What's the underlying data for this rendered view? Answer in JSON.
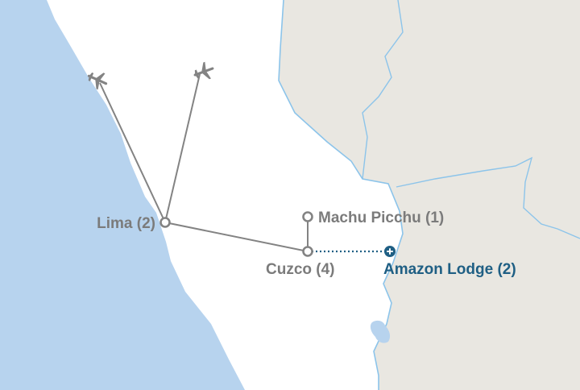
{
  "colors": {
    "ocean": "#b7d3ee",
    "land_foreign": "#e9e7e1",
    "land_country": "#ffffff",
    "border": "#8cc4ea",
    "route": "#838383",
    "route_optional": "#1f5f84",
    "label": "#7b7b7b",
    "label_optional": "#1f5f84"
  },
  "stops": {
    "lima": {
      "label": "Lima (2)"
    },
    "machu_picchu": {
      "label": "Machu Picchu (1)"
    },
    "cuzco": {
      "label": "Cuzco (4)"
    },
    "amazon_lodge": {
      "label": "Amazon Lodge (2)",
      "optional": true
    }
  },
  "icons": {
    "flight_1": "airplane-icon",
    "flight_2": "airplane-icon",
    "optional_stop": "plus-marker-icon"
  }
}
